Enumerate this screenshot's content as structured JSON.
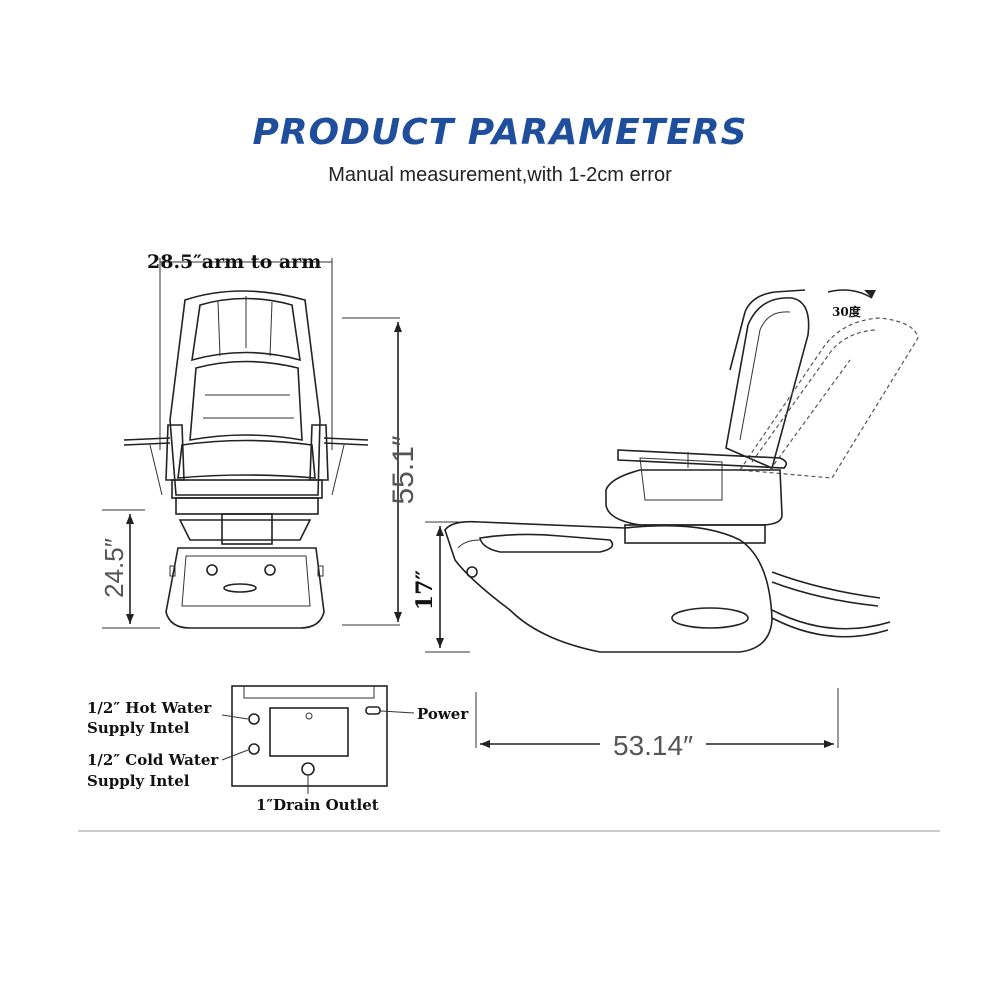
{
  "header": {
    "title": "PRODUCT PARAMETERS",
    "subtitle": "Manual measurement,with 1-2cm error"
  },
  "front_view": {
    "width_label": "28.5″arm to arm",
    "height_label": "55.1″",
    "seat_height_label": "24.5″"
  },
  "side_view": {
    "recline_label": "30度",
    "footbath_height_label": "17″",
    "length_label": "53.14″"
  },
  "base_panel": {
    "hot_water_line1": "1/2″ Hot Water",
    "hot_water_line2": "Supply Intel",
    "cold_water_line1": "1/2″ Cold Water",
    "cold_water_line2": "Supply Intel",
    "power": "Power",
    "drain": "1″Drain Outlet"
  },
  "colors": {
    "title": "#1f4e9c",
    "line": "#222222"
  }
}
